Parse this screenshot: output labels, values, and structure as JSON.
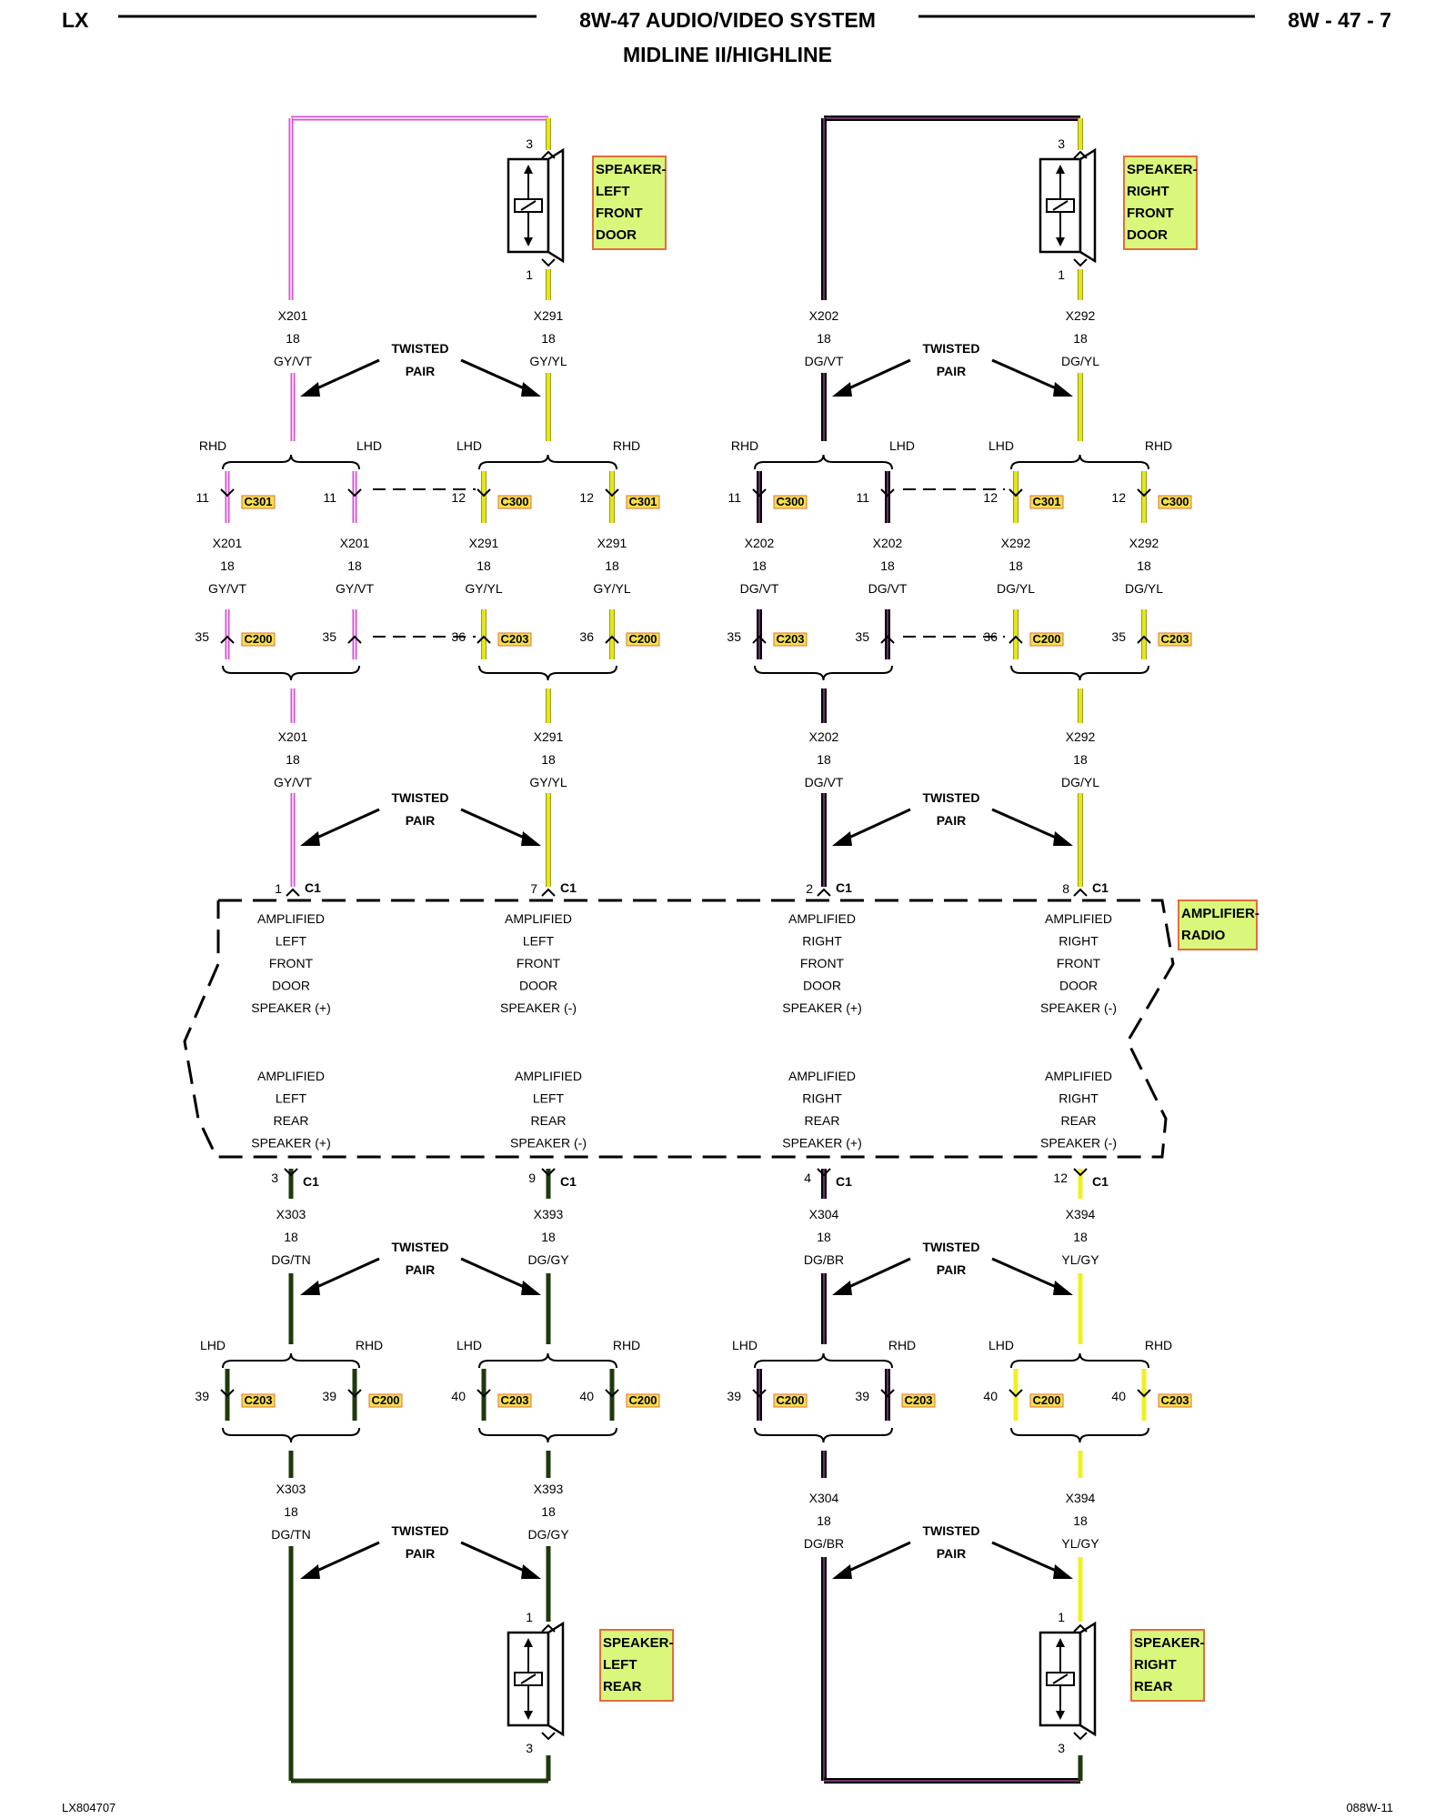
{
  "header": {
    "left": "LX",
    "title": "8W-47 AUDIO/VIDEO SYSTEM",
    "subtitle": "MIDLINE II/HIGHLINE",
    "page": "8W - 47 - 7"
  },
  "footer": {
    "left": "LX804707",
    "right": "088W-11"
  },
  "common": {
    "twisted": "TWISTED",
    "pair": "PAIR",
    "lhd": "LHD",
    "rhd": "RHD",
    "gauge": "18",
    "c1": "C1",
    "c200": "C200",
    "c203": "C203",
    "c300": "C300",
    "c301": "C301"
  },
  "colors": {
    "gy_vt": "#d94fd8",
    "gy_yl": "#e6e619",
    "dg_vt": "#111111",
    "dg_yl": "#e6e619",
    "dg_tn": "#1e3a0d",
    "dg_gy": "#1e3a0d",
    "dg_br": "#111111",
    "yl_gy": "#f0f020",
    "component_fill": "#d9f77a",
    "component_border": "#e46c3a",
    "connector_fill": "#f5e04a",
    "connector_border": "#e46c3a"
  },
  "components": {
    "lf_speaker": [
      "SPEAKER-",
      "LEFT",
      "FRONT",
      "DOOR"
    ],
    "rf_speaker": [
      "SPEAKER-",
      "RIGHT",
      "FRONT",
      "DOOR"
    ],
    "lr_speaker": [
      "SPEAKER-",
      "LEFT",
      "REAR"
    ],
    "rr_speaker": [
      "SPEAKER-",
      "RIGHT",
      "REAR"
    ],
    "amplifier": [
      "AMPLIFIER-",
      "RADIO"
    ]
  },
  "wires": {
    "x201": {
      "circuit": "X201",
      "color_code": "GY/VT"
    },
    "x291": {
      "circuit": "X291",
      "color_code": "GY/YL"
    },
    "x202": {
      "circuit": "X202",
      "color_code": "DG/VT"
    },
    "x292": {
      "circuit": "X292",
      "color_code": "DG/YL"
    },
    "x303": {
      "circuit": "X303",
      "color_code": "DG/TN"
    },
    "x393": {
      "circuit": "X393",
      "color_code": "DG/GY"
    },
    "x304": {
      "circuit": "X304",
      "color_code": "DG/BR"
    },
    "x394": {
      "circuit": "X394",
      "color_code": "YL/GY"
    }
  },
  "pins": {
    "speaker_top": "3",
    "speaker_bottom": "1",
    "rear_top": "1",
    "rear_bottom": "3",
    "c1_x201": "1",
    "c1_x291": "7",
    "c1_x202": "2",
    "c1_x292": "8",
    "c1_x303": "3",
    "c1_x393": "9",
    "c1_x304": "4",
    "c1_x394": "12",
    "p11": "11",
    "p12": "12",
    "p35": "35",
    "p36": "36",
    "p39": "39",
    "p40": "40"
  },
  "amp_outputs_front": [
    [
      "AMPLIFIED",
      "LEFT",
      "FRONT",
      "DOOR",
      "SPEAKER (+)"
    ],
    [
      "AMPLIFIED",
      "LEFT",
      "FRONT",
      "DOOR",
      "SPEAKER (-)"
    ],
    [
      "AMPLIFIED",
      "RIGHT",
      "FRONT",
      "DOOR",
      "SPEAKER (+)"
    ],
    [
      "AMPLIFIED",
      "RIGHT",
      "FRONT",
      "DOOR",
      "SPEAKER (-)"
    ]
  ],
  "amp_outputs_rear": [
    [
      "AMPLIFIED",
      "LEFT",
      "REAR",
      "SPEAKER (+)"
    ],
    [
      "AMPLIFIED",
      "LEFT",
      "REAR",
      "SPEAKER (-)"
    ],
    [
      "AMPLIFIED",
      "RIGHT",
      "REAR",
      "SPEAKER (+)"
    ],
    [
      "AMPLIFIED",
      "RIGHT",
      "REAR",
      "SPEAKER (-)"
    ]
  ]
}
